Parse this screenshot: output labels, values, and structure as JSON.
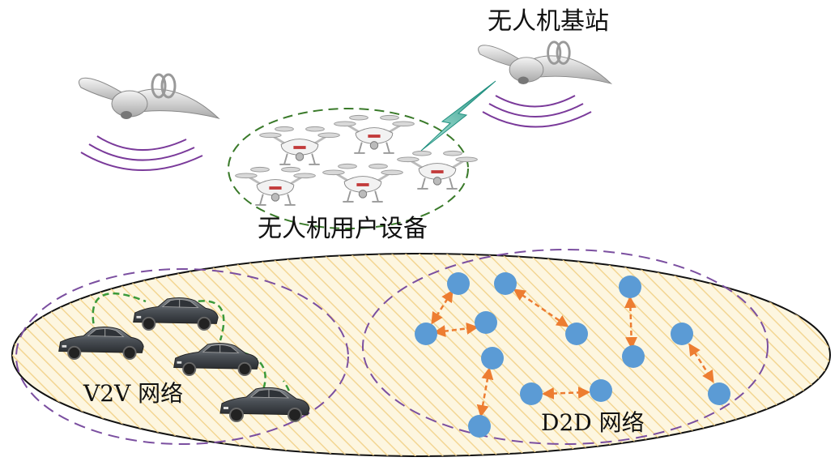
{
  "labels": {
    "base_station": "无人机基站",
    "uav_users": "无人机用户设备",
    "v2v": "V2V 网络",
    "d2d": "D2D 网络"
  },
  "colors": {
    "ground_fill": "#fdf3d6",
    "hatch": "#f2d28a",
    "purple_dash": "#7b4fa0",
    "green_dash": "#3a9a3a",
    "node_blue": "#5b9bd5",
    "d2d_arrow": "#ed7d31",
    "lightning": "#2a9d8f"
  },
  "icons": [
    "fixed-wing-uav-icon",
    "quadcopter-icon",
    "car-icon",
    "lightning-link-icon"
  ]
}
